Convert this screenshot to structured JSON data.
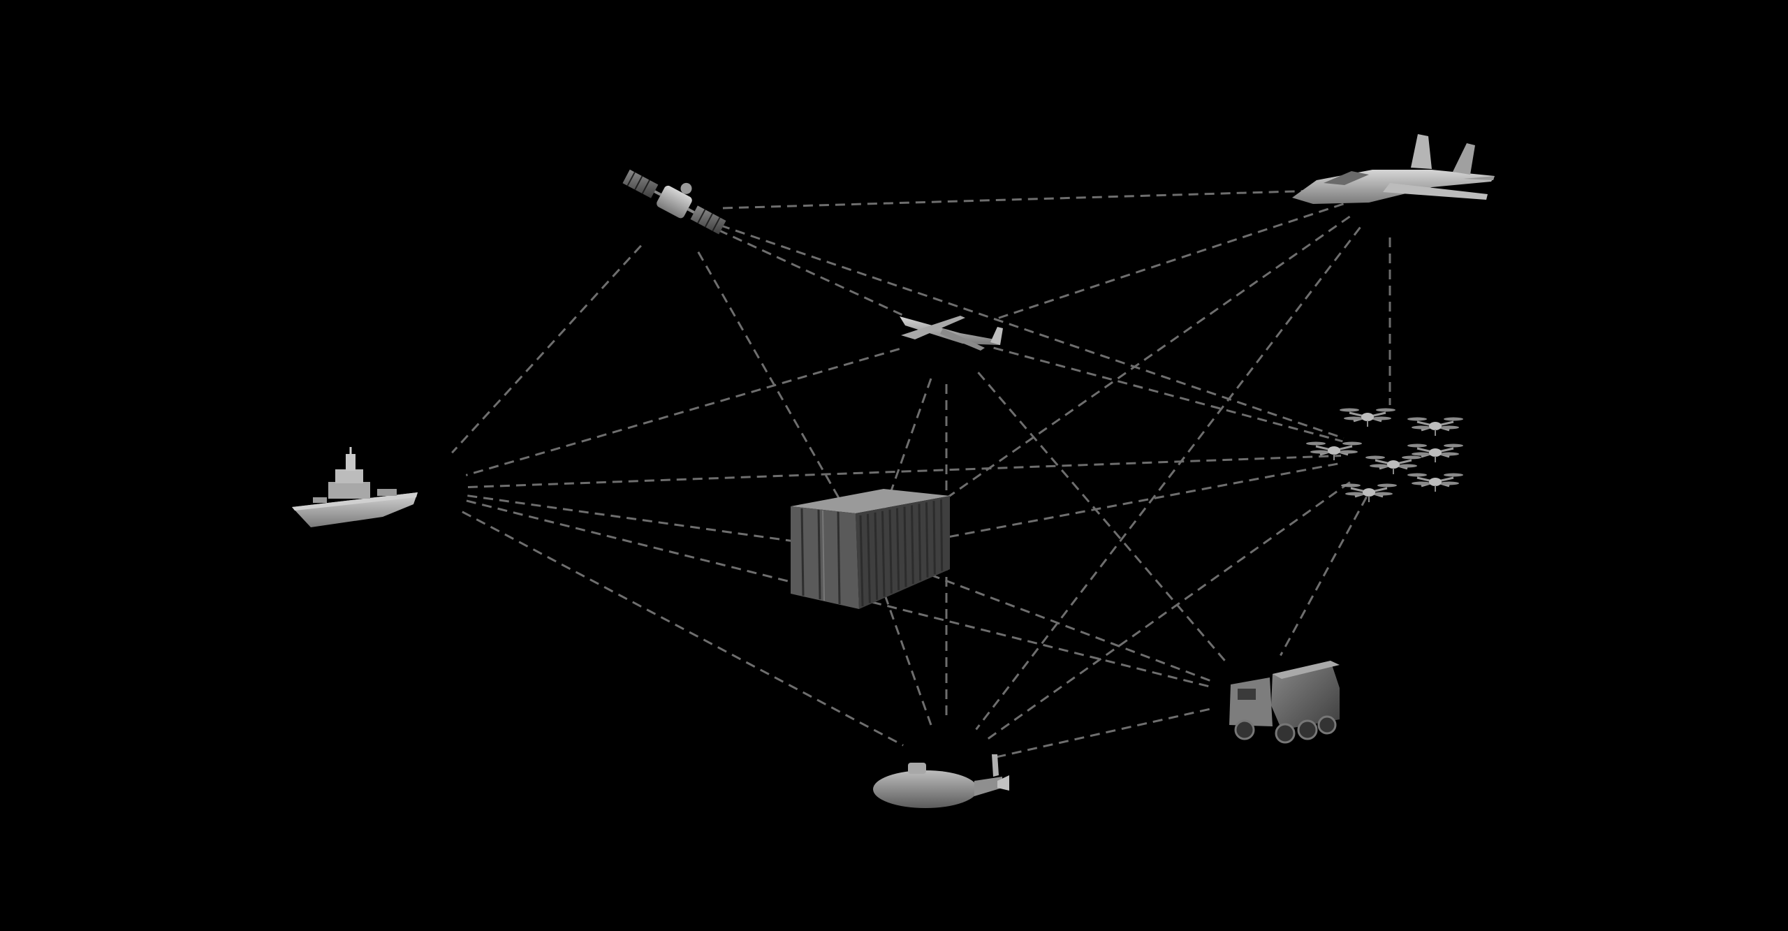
{
  "palette": {
    "background": "#000000",
    "link": "#6e6e6e",
    "asset_light": "#c9c9c9",
    "asset_mid": "#9a9a9a",
    "asset_dark": "#5a5a5a"
  },
  "nodes": [
    {
      "id": "satellite",
      "icon": "satellite-icon"
    },
    {
      "id": "fighter-jet",
      "icon": "fighter-jet-icon"
    },
    {
      "id": "drone-uav",
      "icon": "uav-drone-icon"
    },
    {
      "id": "warship",
      "icon": "warship-icon"
    },
    {
      "id": "shipping-container",
      "icon": "shipping-container-icon"
    },
    {
      "id": "quadcopter-swarm",
      "icon": "quadcopter-swarm-icon"
    },
    {
      "id": "military-truck",
      "icon": "military-truck-icon"
    },
    {
      "id": "submarine",
      "icon": "submarine-icon"
    }
  ],
  "edges": [
    [
      "satellite",
      "fighter-jet"
    ],
    [
      "satellite",
      "warship"
    ],
    [
      "satellite",
      "shipping-container"
    ],
    [
      "satellite",
      "drone-uav"
    ],
    [
      "satellite",
      "quadcopter-swarm"
    ],
    [
      "fighter-jet",
      "drone-uav"
    ],
    [
      "fighter-jet",
      "quadcopter-swarm"
    ],
    [
      "fighter-jet",
      "shipping-container"
    ],
    [
      "fighter-jet",
      "submarine"
    ],
    [
      "drone-uav",
      "warship"
    ],
    [
      "drone-uav",
      "shipping-container"
    ],
    [
      "drone-uav",
      "quadcopter-swarm"
    ],
    [
      "drone-uav",
      "submarine"
    ],
    [
      "drone-uav",
      "military-truck"
    ],
    [
      "warship",
      "shipping-container"
    ],
    [
      "warship",
      "quadcopter-swarm"
    ],
    [
      "warship",
      "submarine"
    ],
    [
      "warship",
      "military-truck"
    ],
    [
      "shipping-container",
      "quadcopter-swarm"
    ],
    [
      "shipping-container",
      "military-truck"
    ],
    [
      "shipping-container",
      "submarine"
    ],
    [
      "quadcopter-swarm",
      "military-truck"
    ],
    [
      "quadcopter-swarm",
      "submarine"
    ],
    [
      "military-truck",
      "submarine"
    ]
  ]
}
